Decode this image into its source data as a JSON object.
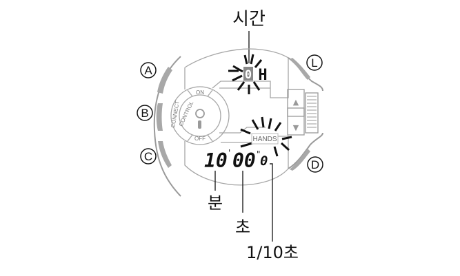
{
  "title_label": "시간",
  "buttons": [
    {
      "letter": "A"
    },
    {
      "letter": "B"
    },
    {
      "letter": "C"
    },
    {
      "letter": "L"
    },
    {
      "letter": "D"
    }
  ],
  "bezel": {
    "connect": "CONNECT",
    "control": "CONTROL",
    "on": "ON",
    "off": "OFF"
  },
  "display": {
    "top_digit": "0",
    "top_letter": "H",
    "mode": "HANDS",
    "minutes": "10",
    "seconds": "00",
    "tenths": "0",
    "minute_mark": "'",
    "second_mark": "\""
  },
  "crown": {
    "up": "▲",
    "down": "▼"
  },
  "callouts": {
    "minutes": "분",
    "seconds": "초",
    "tenths": "1/10초"
  },
  "colors": {
    "outline": "#9a9a9a",
    "button_fill": "#a8a8a8",
    "ink": "#111111"
  }
}
